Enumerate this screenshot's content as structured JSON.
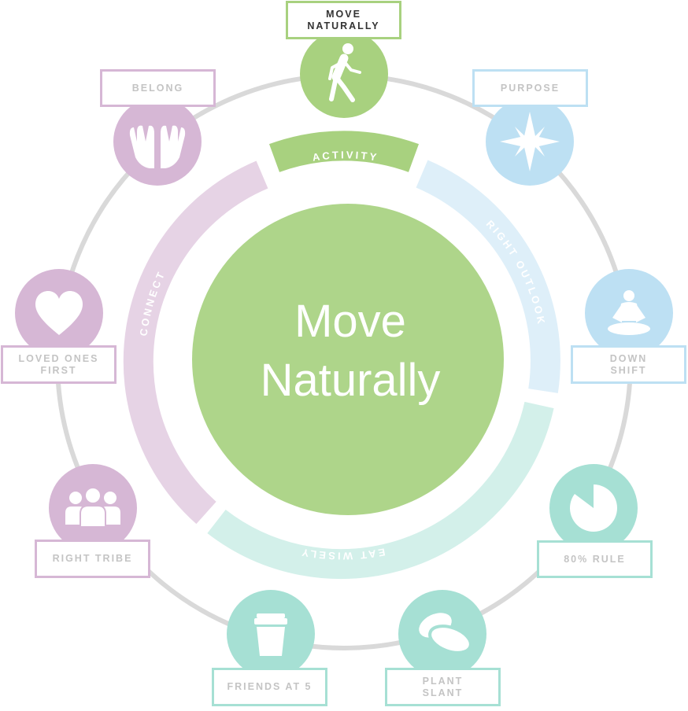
{
  "center": {
    "line1": "Move",
    "line2": "Naturally",
    "color": "#aed58a"
  },
  "ring_color": "#d9d9d9",
  "colors": {
    "activity": "#a8d17f",
    "connect": "#d6b7d5",
    "connect_band": "#e6d3e5",
    "outlook": "#bde0f3",
    "outlook_band": "#deeff9",
    "eat": "#a6e0d4",
    "eat_band": "#d3f0ea"
  },
  "categories": {
    "activity": "ACTIVITY",
    "outlook": "RIGHT OUTLOOK",
    "eat": "EAT WISELY",
    "connect": "CONNECT"
  },
  "principles": [
    {
      "id": "move",
      "label": "MOVE\nNATURALLY",
      "group": "activity",
      "icon": "walking-person-icon",
      "selected": true
    },
    {
      "id": "purpose",
      "label": "PURPOSE",
      "group": "outlook",
      "icon": "compass-star-icon",
      "selected": false
    },
    {
      "id": "downshift",
      "label": "DOWN\nSHIFT",
      "group": "outlook",
      "icon": "meditation-icon",
      "selected": false
    },
    {
      "id": "80rule",
      "label": "80% RULE",
      "group": "eat",
      "icon": "pie-chart-icon",
      "selected": false
    },
    {
      "id": "plant",
      "label": "PLANT\nSLANT",
      "group": "eat",
      "icon": "beans-icon",
      "selected": false
    },
    {
      "id": "friends",
      "label": "FRIENDS AT 5",
      "group": "eat",
      "icon": "cup-icon",
      "selected": false
    },
    {
      "id": "tribe",
      "label": "RIGHT TRIBE",
      "group": "connect",
      "icon": "group-icon",
      "selected": false
    },
    {
      "id": "loved",
      "label": "LOVED ONES\nFIRST",
      "group": "connect",
      "icon": "heart-icon",
      "selected": false
    },
    {
      "id": "belong",
      "label": "BELONG",
      "group": "connect",
      "icon": "praying-hands-icon",
      "selected": false
    }
  ]
}
